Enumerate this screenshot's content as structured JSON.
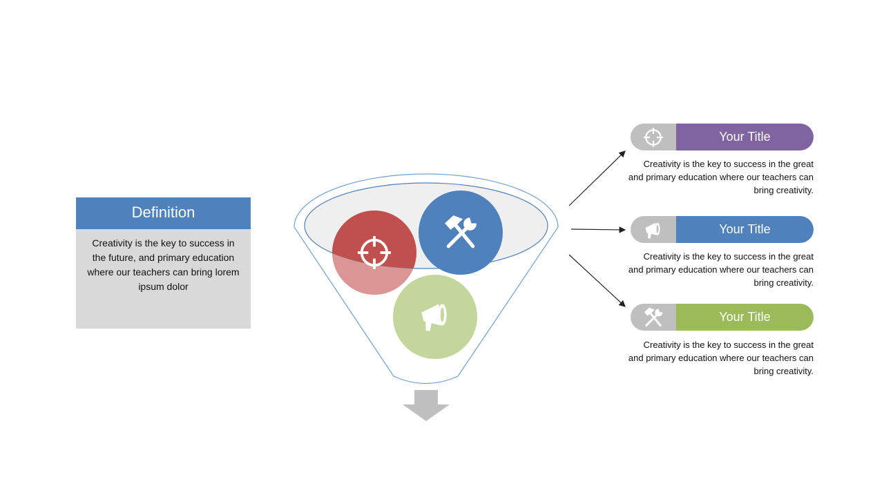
{
  "definition": {
    "title": "Definition",
    "text": "Creativity is the key to success in the future, and primary education where our teachers can bring lorem ipsum dolor"
  },
  "funnel": {
    "circles": [
      {
        "icon": "crosshair-icon",
        "color": "#c0504d"
      },
      {
        "icon": "tools-icon",
        "color": "#4f81bd"
      },
      {
        "icon": "megaphone-icon",
        "color": "#c3d69b"
      }
    ],
    "output_arrow_color": "#bfbfbf"
  },
  "items": [
    {
      "icon": "crosshair-icon",
      "title": "Your Title",
      "color": "#8064a2",
      "text": "Creativity is the key to success in the great and primary education where our teachers can bring creativity."
    },
    {
      "icon": "megaphone-icon",
      "title": "Your Title",
      "color": "#4f81bd",
      "text": "Creativity is the key to success in the great and primary education where our teachers can bring creativity."
    },
    {
      "icon": "tools-icon",
      "title": "Your Title",
      "color": "#9bbb59",
      "text": "Creativity is the key to success in the great and primary education where our teachers can bring creativity."
    }
  ]
}
